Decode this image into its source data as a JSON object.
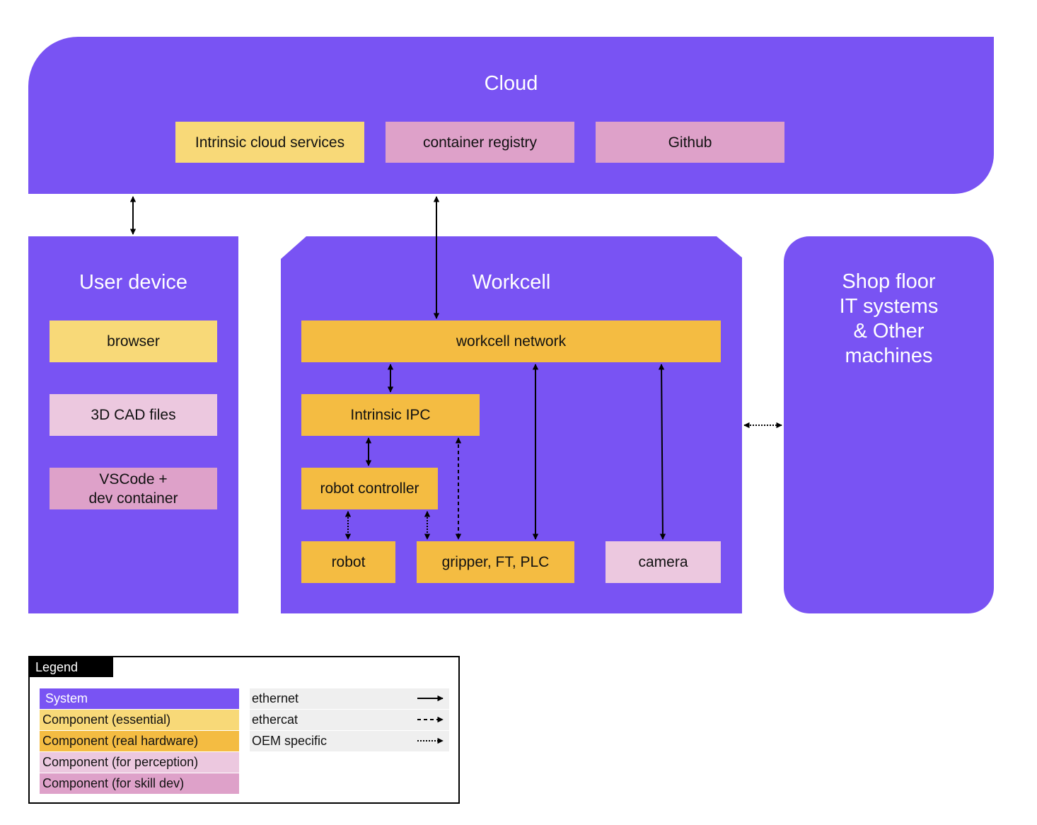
{
  "systems": {
    "cloud": "Cloud",
    "user_device": "User device",
    "workcell": "Workcell",
    "shop_floor_lines": [
      "Shop floor",
      "IT systems",
      "& Other",
      "machines"
    ]
  },
  "components": {
    "intrinsic_cloud_services": "Intrinsic cloud services",
    "container_registry": "container registry",
    "github": "Github",
    "browser": "browser",
    "cad_files": "3D CAD files",
    "vscode_lines": [
      "VSCode +",
      "dev container"
    ],
    "workcell_network": "workcell network",
    "intrinsic_ipc": "Intrinsic IPC",
    "robot_controller": "robot controller",
    "robot": "robot",
    "gripper": "gripper, FT, PLC",
    "camera": "camera"
  },
  "legend": {
    "title": "Legend",
    "categories": [
      "System",
      "Component (essential)",
      "Component (real hardware)",
      "Component (for perception)",
      "Component (for skill dev)"
    ],
    "line_types": [
      "ethernet",
      "ethercat",
      "OEM specific"
    ]
  },
  "colors": {
    "system": "#7953F3",
    "essential": "#F8D978",
    "real_hardware": "#F4BC42",
    "perception": "#ECC8DF",
    "skill_dev": "#DEA1C9"
  }
}
